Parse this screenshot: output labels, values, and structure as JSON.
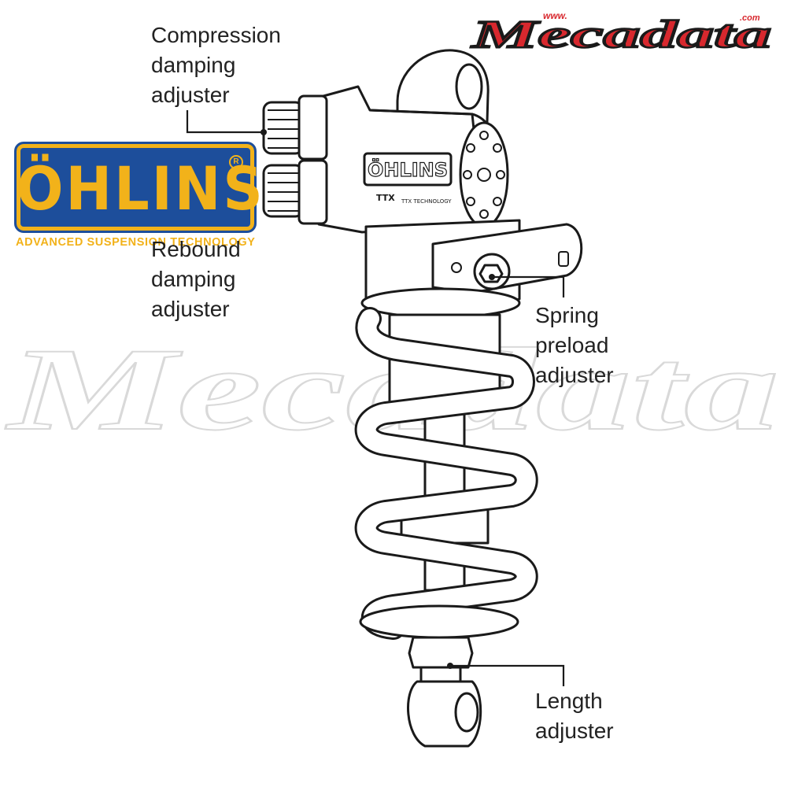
{
  "logo": {
    "brand": "Mecadata",
    "prefix": "www.",
    "suffix": ".com",
    "color": "#d8282e"
  },
  "watermark": {
    "text": "Mecadata"
  },
  "badge": {
    "word": "ÖHLINS",
    "tagline": "ADVANCED SUSPENSION TECHNOLOGY",
    "blue": "#1d4e9b",
    "gold": "#f2b21a"
  },
  "shock": {
    "body_logo": "ÖHLINS",
    "ttx_mark": "TTX",
    "ttx_text": "TTX TECHNOLOGY"
  },
  "labels": {
    "compression": [
      "Compression",
      "damping",
      "adjuster"
    ],
    "rebound": [
      "Rebound",
      "damping",
      "adjuster"
    ],
    "spring": [
      "Spring",
      "preload",
      "adjuster"
    ],
    "length": [
      "Length",
      "adjuster"
    ]
  }
}
